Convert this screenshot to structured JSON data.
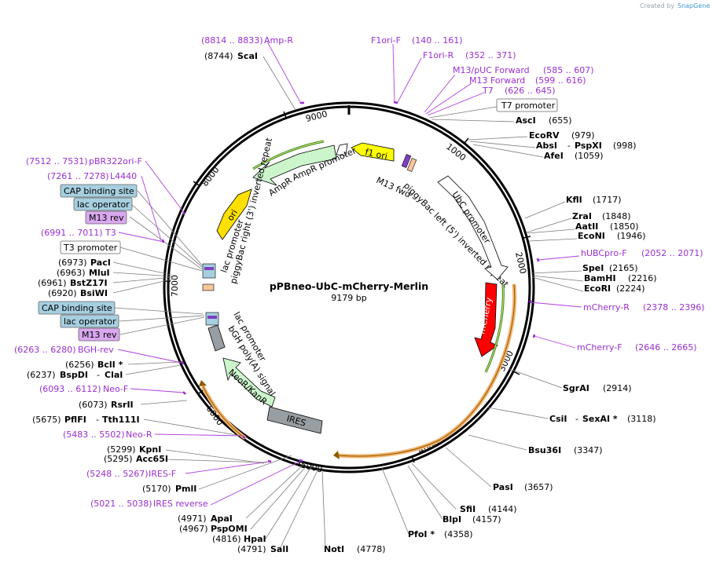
{
  "credit": {
    "prefix": "Created by",
    "brand": "SnapGene"
  },
  "plasmid": {
    "name": "pPBneo-UbC-mCherry-Merlin",
    "length": "9179 bp"
  },
  "ticks": [
    "1000",
    "2000",
    "3000",
    "4000",
    "5000",
    "6000",
    "7000",
    "8000",
    "9000"
  ],
  "primers": [
    {
      "range": "(8814 .. 8833)",
      "name": "Amp-R"
    },
    {
      "range": "(140 .. 161)",
      "name": "F1ori-F"
    },
    {
      "range": "(352 .. 371)",
      "name": "F1ori-R"
    },
    {
      "name": "M13/pUC Forward",
      "range": "(585 .. 607)"
    },
    {
      "name": "M13 Forward",
      "range": "(599 .. 616)"
    },
    {
      "name": "T7",
      "range": "(626 .. 645)"
    },
    {
      "name": "hUBCpro-F",
      "range": "(2052 .. 2071)"
    },
    {
      "name": "mCherry-R",
      "range": "(2378 .. 2396)"
    },
    {
      "name": "mCherry-F",
      "range": "(2646 .. 2665)"
    },
    {
      "range": "(7512 .. 7531)",
      "name": "pBR322ori-F"
    },
    {
      "range": "(7261 .. 7278)",
      "name": "L4440"
    },
    {
      "range": "(6991 .. 7011)",
      "name": "T3"
    },
    {
      "range": "(6263 .. 6280)",
      "name": "BGH-rev"
    },
    {
      "range": "(6093 .. 6112)",
      "name": "Neo-F"
    },
    {
      "range": "(5483 .. 5502)",
      "name": "Neo-R"
    },
    {
      "range": "(5248 .. 5267)",
      "name": "IRES-F"
    },
    {
      "range": "(5021 .. 5038)",
      "name": "IRES reverse"
    }
  ],
  "sites": [
    {
      "pos": "(8744)",
      "name": "ScaI"
    },
    {
      "name": "AscI",
      "pos": "(655)"
    },
    {
      "name": "EcoRV",
      "pos": "(979)"
    },
    {
      "name": "AbsI",
      "name2": "PspXI",
      "pos": "(998)"
    },
    {
      "name": "AfeI",
      "pos": "(1059)"
    },
    {
      "name": "KflI",
      "pos": "(1717)"
    },
    {
      "name": "ZraI",
      "pos": "(1848)"
    },
    {
      "name": "AatII",
      "pos": "(1850)"
    },
    {
      "name": "EcoNI",
      "pos": "(1946)"
    },
    {
      "name": "SpeI",
      "pos": "(2165)"
    },
    {
      "name": "BamHI",
      "pos": "(2216)"
    },
    {
      "name": "EcoRI",
      "pos": "(2224)"
    },
    {
      "name": "SgrAI",
      "pos": "(2914)"
    },
    {
      "name": "CsiI",
      "name2": "SexAI *",
      "pos": "(3118)"
    },
    {
      "name": "Bsu36I",
      "pos": "(3347)"
    },
    {
      "name": "PasI",
      "pos": "(3657)"
    },
    {
      "name": "SfiI",
      "pos": "(4144)"
    },
    {
      "name": "BlpI",
      "pos": "(4157)"
    },
    {
      "name": "PfoI *",
      "pos": "(4358)"
    },
    {
      "name": "NotI",
      "pos": "(4778)"
    },
    {
      "pos": "(4791)",
      "name": "SalI"
    },
    {
      "pos": "(4816)",
      "name": "HpaI"
    },
    {
      "pos": "(4967)",
      "name": "PspOMI"
    },
    {
      "pos": "(4971)",
      "name": "ApaI"
    },
    {
      "pos": "(5170)",
      "name": "PmlI"
    },
    {
      "pos": "(5295)",
      "name": "Acc65I"
    },
    {
      "pos": "(5299)",
      "name": "KpnI"
    },
    {
      "pos": "(5675)",
      "name": "PflFI",
      "name2": "Tth111I"
    },
    {
      "pos": "(6073)",
      "name": "RsrII"
    },
    {
      "pos": "(6237)",
      "name": "BspDI",
      "name2": "ClaI"
    },
    {
      "pos": "(6256)",
      "name": "BclI *"
    },
    {
      "pos": "(6920)",
      "name": "BsiWI"
    },
    {
      "pos": "(6961)",
      "name": "BstZ17I"
    },
    {
      "pos": "(6963)",
      "name": "MluI"
    },
    {
      "pos": "(6973)",
      "name": "PacI"
    }
  ],
  "boxed": {
    "t7_promoter": "T7 promoter",
    "t3_promoter": "T3 promoter",
    "cap1": "CAP binding site",
    "lac1": "lac operator",
    "m13rev1": "M13 rev",
    "cap2": "CAP binding site",
    "lac2": "lac operator",
    "m13rev2": "M13 rev"
  },
  "features": {
    "f1ori": "f1 ori",
    "ori": "ori",
    "ampr": "AmpR",
    "ampr_promoter": "AmpR promoter",
    "m13fwd": "M13 fwd",
    "pb_left": "piggyBac left (5') inverted repeat",
    "pb_right": "piggyBac right (3') inverted repeat",
    "ubc": "UbC promoter",
    "mcherry": "mCherry",
    "lac_promoter1": "lac promoter",
    "lac_promoter2": "lac promoter",
    "bgh": "bGH poly(A) signal",
    "neo": "NeoR/KanR",
    "ires": "IRES"
  },
  "colors": {
    "primer": "#9a2fd0",
    "f1ori": "#ffff00",
    "ampr": "#ccf5cc",
    "mcherry": "#ff0000",
    "ires": "#999ea3",
    "ori": "#ffe000",
    "orf_orange": "#f6b26b",
    "box_blue": "#a6cfe0",
    "box_purple": "#d9a8f0"
  }
}
